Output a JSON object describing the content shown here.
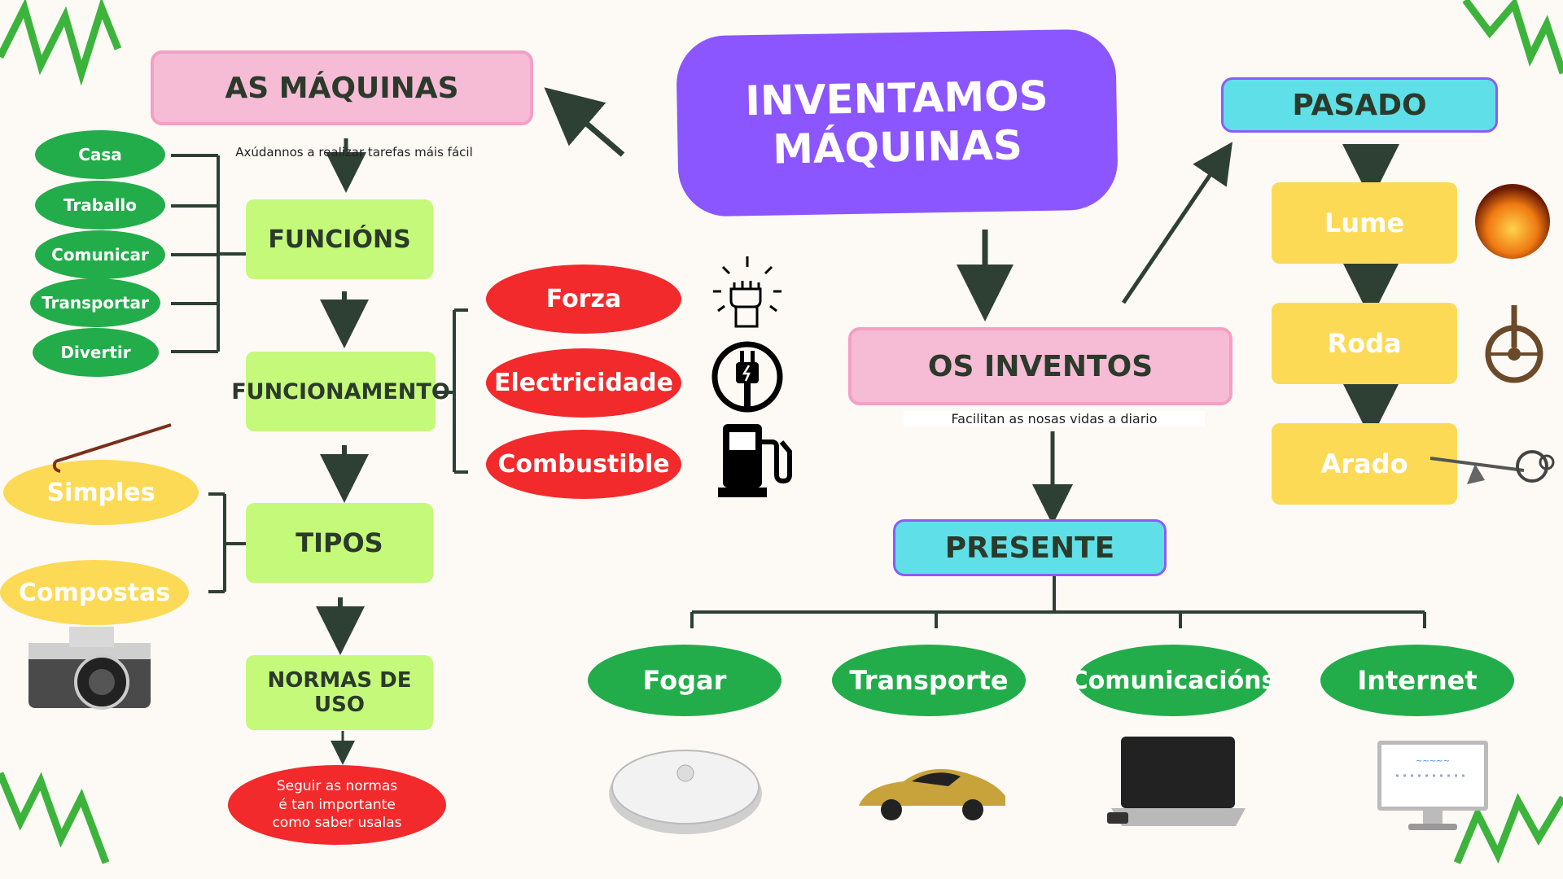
{
  "title": "INVENTAMOS MÁQUINAS",
  "colors": {
    "background": "#fdfaf6",
    "purple": "#8b55ff",
    "pink": "#f6bcd5",
    "lime": "#c5f97a",
    "cyan": "#5fe0e8",
    "yellow": "#fdda56",
    "green": "#22ad4a",
    "red": "#f22a2c",
    "line": "#2e4034",
    "zigzag": "#3cb43c"
  },
  "left": {
    "heading": "AS MÁQUINAS",
    "subtitle": "Axúdannos a realizar tarefas máis fácil",
    "funcions": {
      "label": "FUNCIÓNS",
      "items": [
        "Casa",
        "Traballo",
        "Comunicar",
        "Transportar",
        "Divertir"
      ]
    },
    "funcionamento": {
      "label": "FUNCIONAMENTO",
      "items": [
        "Forza",
        "Electricidade",
        "Combustible"
      ],
      "icons": [
        "raised-fist-icon",
        "electric-plug-icon",
        "fuel-pump-icon"
      ]
    },
    "tipos": {
      "label": "TIPOS",
      "items": [
        "Simples",
        "Compostas"
      ]
    },
    "normas": {
      "label": "NORMAS DE USO",
      "note_lines": [
        "Seguir as normas",
        "é tan importante",
        "como saber usalas"
      ]
    }
  },
  "right": {
    "heading": "OS INVENTOS",
    "subtitle": "Facilitan as nosas vidas a diario",
    "pasado": {
      "label": "PASADO",
      "items": [
        "Lume",
        "Roda",
        "Arado"
      ]
    },
    "presente": {
      "label": "PRESENTE",
      "items": [
        "Fogar",
        "Transporte",
        "Comunicacións",
        "Internet"
      ]
    }
  }
}
